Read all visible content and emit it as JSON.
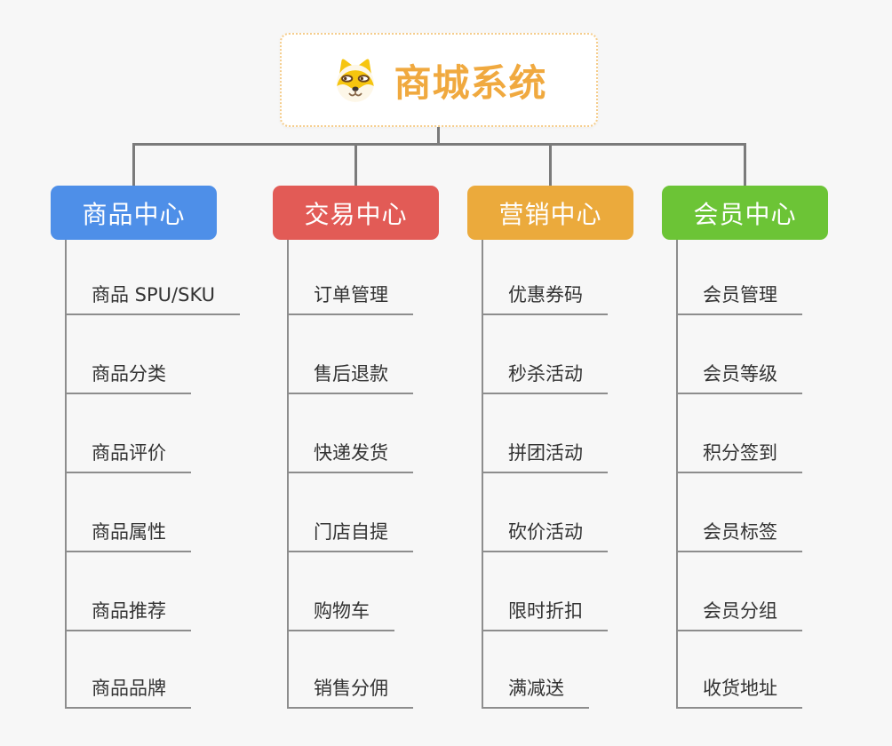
{
  "page": {
    "background": "#f7f7f7",
    "connector_color": "#7b7b7b",
    "underline_color": "#8d8d8d",
    "item_text_color": "#333333"
  },
  "root": {
    "title": "商城系统",
    "icon": "dog-face-icon",
    "text_color": "#f0a93f",
    "border_color": "#f5cd8c",
    "background": "#ffffff"
  },
  "branches": [
    {
      "label": "商品中心",
      "color": "#4e8fe8",
      "children": [
        "商品 SPU/SKU",
        "商品分类",
        "商品评价",
        "商品属性",
        "商品推荐",
        "商品品牌"
      ]
    },
    {
      "label": "交易中心",
      "color": "#e25b56",
      "children": [
        "订单管理",
        "售后退款",
        "快递发货",
        "门店自提",
        "购物车",
        "销售分佣"
      ]
    },
    {
      "label": "营销中心",
      "color": "#ebaa3c",
      "children": [
        "优惠券码",
        "秒杀活动",
        "拼团活动",
        "砍价活动",
        "限时折扣",
        "满减送"
      ]
    },
    {
      "label": "会员中心",
      "color": "#6cc436",
      "children": [
        "会员管理",
        "会员等级",
        "积分签到",
        "会员标签",
        "会员分组",
        "收货地址"
      ]
    }
  ]
}
